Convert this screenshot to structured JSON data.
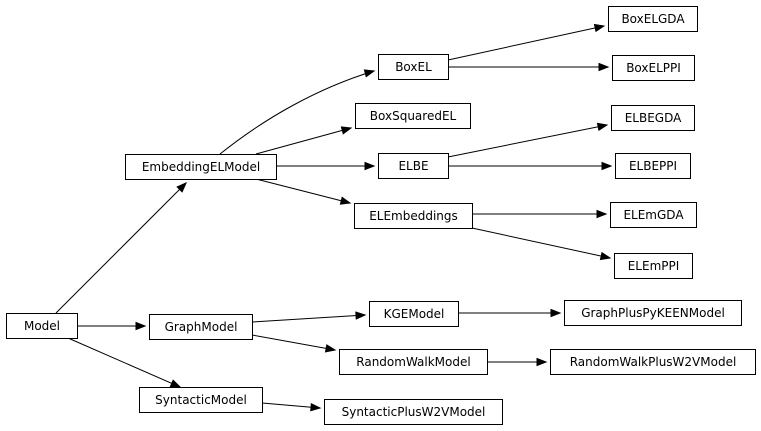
{
  "diagram": {
    "nodes": [
      {
        "id": "model",
        "label": "Model"
      },
      {
        "id": "embeddingelmodel",
        "label": "EmbeddingELModel"
      },
      {
        "id": "graphmodel",
        "label": "GraphModel"
      },
      {
        "id": "syntacticmodel",
        "label": "SyntacticModel"
      },
      {
        "id": "boxel",
        "label": "BoxEL"
      },
      {
        "id": "boxsquaredel",
        "label": "BoxSquaredEL"
      },
      {
        "id": "elbe",
        "label": "ELBE"
      },
      {
        "id": "elembeddings",
        "label": "ELEmbeddings"
      },
      {
        "id": "kgemodel",
        "label": "KGEModel"
      },
      {
        "id": "randomwalkmodel",
        "label": "RandomWalkModel"
      },
      {
        "id": "syntacticplusw2vmodel",
        "label": "SyntacticPlusW2VModel"
      },
      {
        "id": "boxelgda",
        "label": "BoxELGDA"
      },
      {
        "id": "boxelppi",
        "label": "BoxELPPI"
      },
      {
        "id": "elbegda",
        "label": "ELBEGDA"
      },
      {
        "id": "elbeppi",
        "label": "ELBEPPI"
      },
      {
        "id": "elemgda",
        "label": "ELEmGDA"
      },
      {
        "id": "elemppi",
        "label": "ELEmPPI"
      },
      {
        "id": "graphpluspykeenmodel",
        "label": "GraphPlusPyKEENModel"
      },
      {
        "id": "randomwalkplusw2vmodel",
        "label": "RandomWalkPlusW2VModel"
      }
    ],
    "edges": [
      {
        "from": "model",
        "to": "embeddingelmodel"
      },
      {
        "from": "model",
        "to": "graphmodel"
      },
      {
        "from": "model",
        "to": "syntacticmodel"
      },
      {
        "from": "embeddingelmodel",
        "to": "boxel"
      },
      {
        "from": "embeddingelmodel",
        "to": "boxsquaredel"
      },
      {
        "from": "embeddingelmodel",
        "to": "elbe"
      },
      {
        "from": "embeddingelmodel",
        "to": "elembeddings"
      },
      {
        "from": "boxel",
        "to": "boxelgda"
      },
      {
        "from": "boxel",
        "to": "boxelppi"
      },
      {
        "from": "elbe",
        "to": "elbegda"
      },
      {
        "from": "elbe",
        "to": "elbeppi"
      },
      {
        "from": "elembeddings",
        "to": "elemgda"
      },
      {
        "from": "elembeddings",
        "to": "elemppi"
      },
      {
        "from": "graphmodel",
        "to": "kgemodel"
      },
      {
        "from": "graphmodel",
        "to": "randomwalkmodel"
      },
      {
        "from": "kgemodel",
        "to": "graphpluspykeenmodel"
      },
      {
        "from": "randomwalkmodel",
        "to": "randomwalkplusw2vmodel"
      },
      {
        "from": "syntacticmodel",
        "to": "syntacticplusw2vmodel"
      }
    ]
  }
}
